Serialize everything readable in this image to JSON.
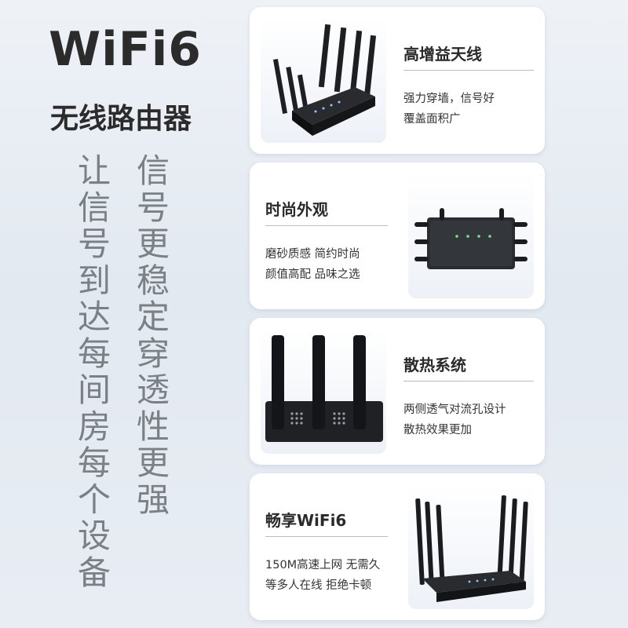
{
  "headline": {
    "title": "WiFi6",
    "subtitle": "无线路由器"
  },
  "slogans": {
    "right_column": [
      "信",
      "号",
      "更",
      "稳",
      "定",
      "穿",
      "透",
      "性",
      "更",
      "强"
    ],
    "left_column": [
      "让",
      "信",
      "号",
      "到",
      "达",
      "每",
      "间",
      "房",
      "每",
      "个",
      "设",
      "备"
    ]
  },
  "features": [
    {
      "title": "高增益天线",
      "lines": [
        "强力穿墙，信号好",
        "覆盖面积广"
      ],
      "image": "router-five-antennas-icon"
    },
    {
      "title": "时尚外观",
      "lines": [
        "磨砂质感 简约时尚",
        "颜值高配 品味之选"
      ],
      "image": "router-top-view-icon"
    },
    {
      "title": "散热系统",
      "lines": [
        "两侧透气对流孔设计",
        "散热效果更加"
      ],
      "image": "router-vent-closeup-icon"
    },
    {
      "title": "畅享WiFi6",
      "lines": [
        "150M高速上网 无需久",
        "等多人在线 拒绝卡顿"
      ],
      "image": "router-six-antennas-icon"
    }
  ],
  "colors": {
    "background": "#e6ebf2",
    "card": "#ffffff",
    "router_body": "#1c1d20",
    "slogan_text": "#7b7f86"
  }
}
